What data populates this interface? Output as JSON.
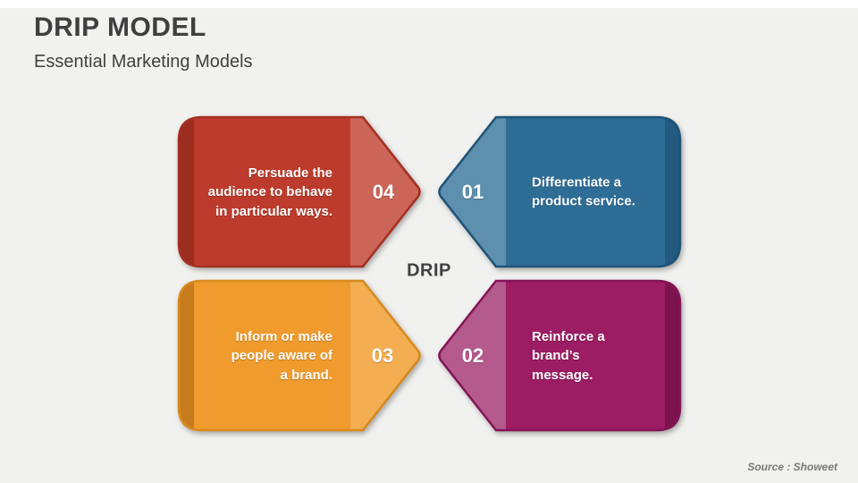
{
  "slide": {
    "title": "DRIP MODEL",
    "subtitle": "Essential Marketing Models",
    "center_label": "DRIP",
    "source_credit": "Source : Showeet",
    "colors": {
      "background": "#f1f1ef",
      "top_strip": "#ffffff",
      "heading_text": "#3f3f3f",
      "card_text": "#ffffff",
      "source_text": "#7a7a7a"
    }
  },
  "cards": [
    {
      "number": "01",
      "label": "Differentiate",
      "text": "Differentiate a\nproduct service.",
      "direction": "left",
      "colors": {
        "body": "#2e6d96",
        "head": "#5d90ae",
        "strip": "#23597c",
        "border": "#1f5378"
      }
    },
    {
      "number": "02",
      "label": "Reinforce",
      "text": "Reinforce a\nbrand’s\nmessage.",
      "direction": "left",
      "colors": {
        "body": "#9c1d63",
        "head": "#b55a8d",
        "strip": "#7c134e",
        "border": "#841457"
      }
    },
    {
      "number": "03",
      "label": "Inform",
      "text": "Inform or make\npeople aware of\na brand.",
      "direction": "right",
      "colors": {
        "body": "#f09b2e",
        "head": "#f3ae52",
        "strip": "#c67c1e",
        "border": "#d8891d"
      }
    },
    {
      "number": "04",
      "label": "Persuade",
      "text": "Persuade the\naudience to behave\nin particular ways.",
      "direction": "right",
      "colors": {
        "body": "#bd3b2c",
        "head": "#cb6557",
        "strip": "#9c2d1f",
        "border": "#a52f21"
      }
    }
  ]
}
